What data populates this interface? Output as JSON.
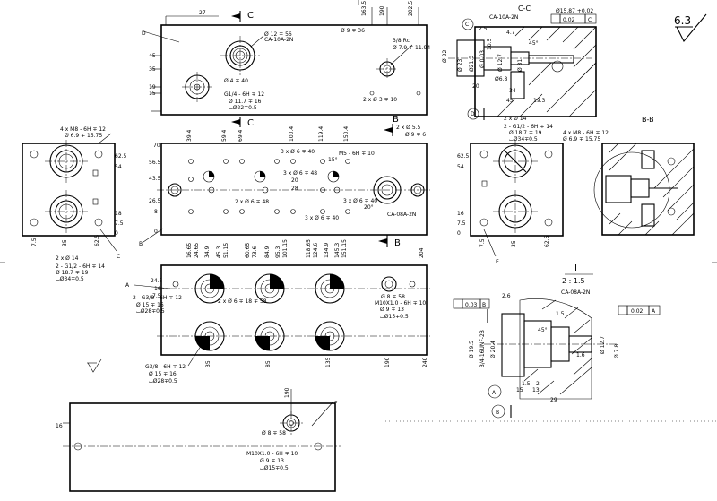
{
  "sections": {
    "section_cc": "C-C",
    "section_bb": "B-B",
    "detail_i": "I",
    "detail_scale": "2 : 1.5"
  },
  "roughness": "6.3",
  "views": {
    "top": {
      "label_d": "D",
      "section_c_top": "C",
      "section_c_bottom": "C",
      "cartridge": "CA-10A-2N",
      "dims": {
        "d1": "27",
        "d2": "45",
        "d3": "35",
        "d4": "19",
        "d5": "15",
        "d6": "163.5",
        "d7": "190",
        "d8": "202.5"
      },
      "notes": [
        "Ø 12 ∓ 56",
        "Ø 9 ∓ 36",
        "Ø 4 ∓ 40",
        "G1/4 - 6H ∓ 12",
        "Ø 11.7 ∓ 16",
        "⌴Ø22∓0.5",
        "3/8 Rc",
        "Ø 7.9 ∓ 11.94",
        "2 x Ø 3 ∓ 10"
      ]
    },
    "front": {
      "label_b_top": "B",
      "label_b_bottom": "B",
      "cartridge": "CA-08A-2N",
      "left_ticks": [
        "70",
        "56.5",
        "43.5",
        "26.5",
        "8",
        "0"
      ],
      "top_ticks": [
        "39.4",
        "59.4",
        "69.4",
        "100.4",
        "119.4",
        "150.4"
      ],
      "bottom_ticks": [
        "16.65",
        "24.65",
        "34.9",
        "45.3",
        "51.15",
        "60.65",
        "73.6",
        "84.9",
        "95.3",
        "101.15",
        "118.65",
        "124.6",
        "134.9",
        "145.3",
        "151.15",
        "204"
      ],
      "notes": [
        "3 x Ø 6 ∓ 40",
        "3 x Ø 6 ∓ 48",
        "M5 - 6H ∓ 10",
        "2 x Ø 5.5",
        "Ø 9 ∓ 6",
        "15°",
        "20°",
        "20",
        "28",
        "3 x Ø 6 ∓ 40",
        "3 x Ø 6 ∓ 40",
        "2 x Ø 6 ∓ 48"
      ]
    },
    "left": {
      "label_c": "C",
      "notes": [
        "4 x M8 - 6H ∓ 12",
        "Ø 6.9 ∓ 15.75",
        "2 x Ø 14",
        "2 - G1/2 - 6H ∓ 14",
        "Ø 18.7 ∓ 19",
        "⌴Ø34∓0.5"
      ],
      "dims": [
        "62.5",
        "54",
        "18",
        "7.5",
        "0",
        "7.5",
        "35",
        "62.5"
      ]
    },
    "right": {
      "label_e": "E",
      "label_d": "D",
      "notes": [
        "2 x Ø 14",
        "2 - G1/2 - 6H ∓ 14",
        "Ø 18.7 ∓ 19",
        "⌴Ø34∓0.5",
        "4 x M8 - 6H ∓ 12",
        "Ø 6.9 ∓ 15.75"
      ],
      "dims": [
        "62.5",
        "54",
        "16",
        "7.5",
        "0",
        "7.5",
        "35",
        "62.5"
      ]
    },
    "bottom": {
      "label_a": "A",
      "notes": [
        "2 - G3/8 - 6H ∓ 12",
        "Ø 15 ∓ 16",
        "⌴Ø28∓0.5",
        "2 x Ø 6 ∓ 18 ∓ 58",
        "Ø 8 ∓ 58",
        "M10X1.0 - 6H ∓ 10",
        "Ø 9 ∓ 13",
        "⌴Ø15∓0.5",
        "G3/8 - 6H ∓ 12",
        "Ø 15 ∓ 16",
        "⌴Ø28∓0.5"
      ],
      "left_ticks": [
        "24.5",
        "16",
        "7.5"
      ],
      "bottom_ticks": [
        "35",
        "85",
        "135",
        "190",
        "240"
      ]
    },
    "small": {
      "label_f": "F",
      "notes": [
        "Ø 8 ∓ 58",
        "M10X1.0 - 6H ∓ 10",
        "Ø 9 ∓ 13",
        "⌴Ø15∓0.5"
      ],
      "dims": [
        "16",
        "190"
      ]
    },
    "section_cc": {
      "cartridge": "CA-10A-2N",
      "tolerance": "0.02",
      "datum": "C",
      "notes": [
        "Ø15.87 +0.02",
        "Ø 22",
        "Ø 23",
        "Ø21.3",
        "Ø 0.03",
        "4.7",
        "2.5",
        "34",
        "45",
        "19.3",
        "20",
        "45°",
        "Ø 12.7",
        "Ø 31",
        "10.5",
        "Ø6.8",
        "2",
        "7",
        "0.5"
      ]
    },
    "detail_i": {
      "cartridge": "CA-08A-2N",
      "flatness": "0.03",
      "flatness_datum": "B",
      "tolerance": "0.02",
      "datum": "A",
      "label_a": "A",
      "label_b": "B",
      "notes": [
        "2.6",
        "1.5",
        "Ø 19.5",
        "3/4-16UNF-2B",
        "2",
        "1.5",
        "15",
        "13",
        "29",
        "Ø 7.8",
        "Ø 20.4",
        "Ø 12.7",
        "1.6",
        "45°"
      ]
    }
  }
}
